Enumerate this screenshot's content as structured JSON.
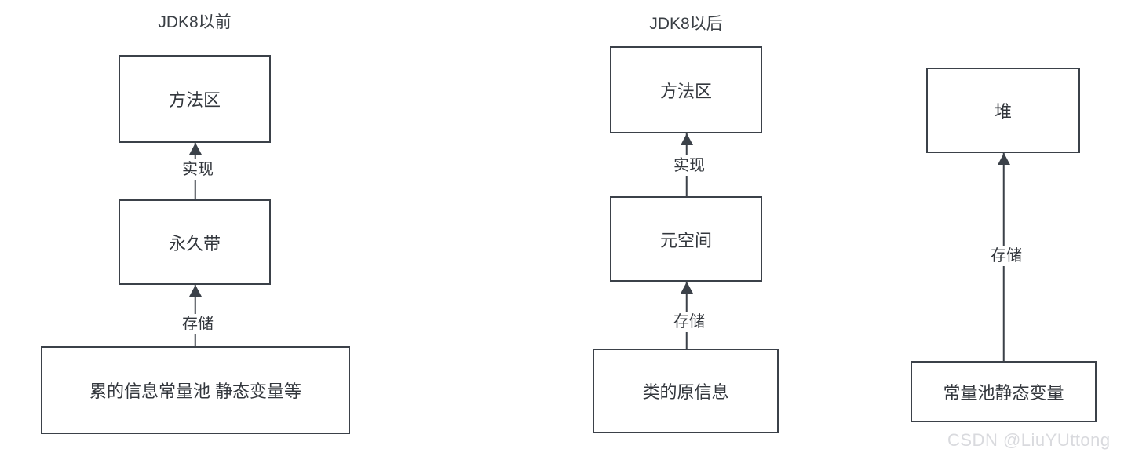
{
  "diagram": {
    "title_left": "JDK8以前",
    "title_right": "JDK8以后",
    "watermark": "CSDN @LiuYUttong",
    "stroke_color": "#3b4149",
    "text_color": "#33373d",
    "background_color": "#ffffff",
    "watermark_color": "#d9dade"
  },
  "columns": [
    {
      "key": "before-jdk8",
      "title": "JDK8以前",
      "nodes": [
        {
          "key": "method-area",
          "label": "方法区"
        },
        {
          "key": "permgen",
          "label": "永久带"
        },
        {
          "key": "class-info-pool",
          "label": "累的信息常量池 静态变量等"
        }
      ],
      "edges": [
        {
          "key": "permgen-to-method-area",
          "label": "实现"
        },
        {
          "key": "pool-to-permgen",
          "label": "存储"
        }
      ]
    },
    {
      "key": "after-jdk8",
      "title": "JDK8以后",
      "nodes": [
        {
          "key": "method-area",
          "label": "方法区"
        },
        {
          "key": "metaspace",
          "label": "元空间"
        },
        {
          "key": "class-meta-info",
          "label": "类的原信息"
        }
      ],
      "edges": [
        {
          "key": "metaspace-to-method-area",
          "label": "实现"
        },
        {
          "key": "meta-info-to-metaspace",
          "label": "存储"
        }
      ]
    },
    {
      "key": "heap",
      "title": "",
      "nodes": [
        {
          "key": "heap",
          "label": "堆"
        },
        {
          "key": "constant-pool-static-vars",
          "label": "常量池静态变量"
        }
      ],
      "edges": [
        {
          "key": "pool-to-heap",
          "label": "存储"
        }
      ]
    }
  ]
}
